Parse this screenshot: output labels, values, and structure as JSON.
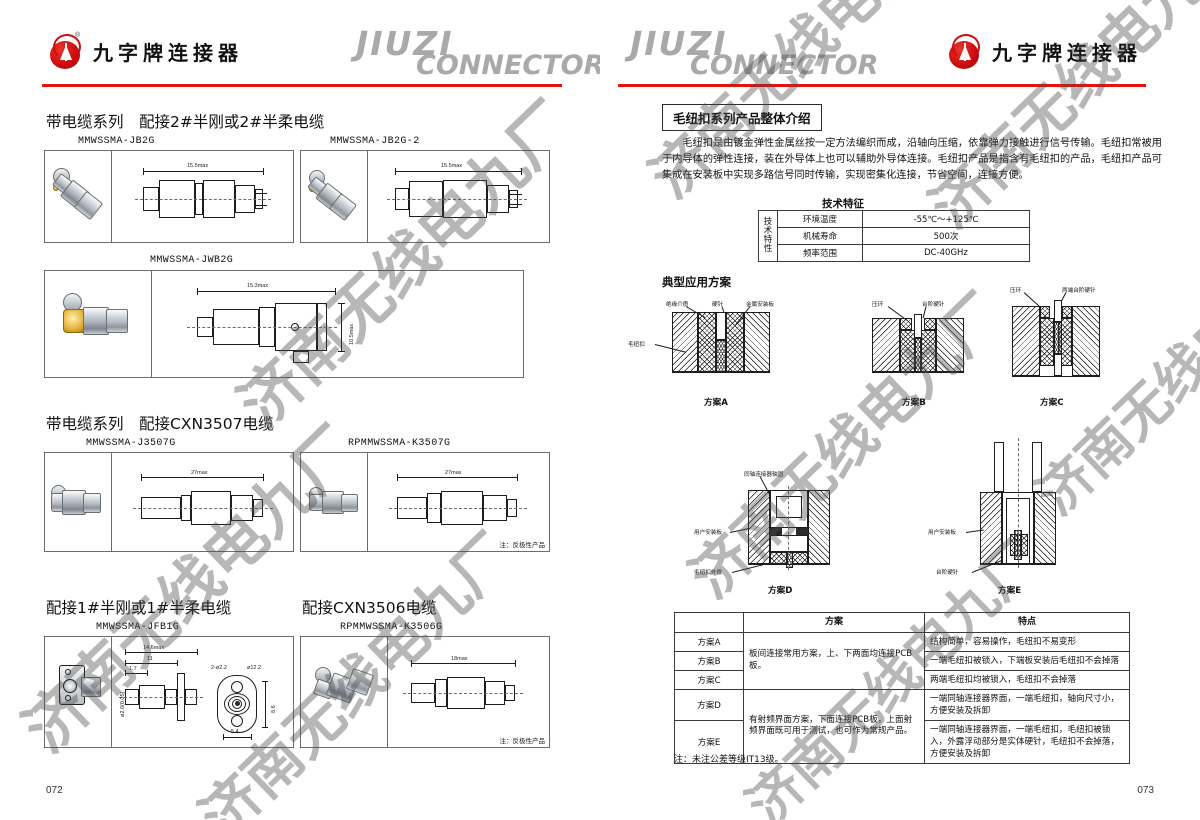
{
  "brand": {
    "name_cn": "九字牌连接器",
    "wordmark_top": "JIUZI",
    "wordmark_bottom": "CONNECTOR",
    "accent_color": "#e8120c",
    "logo_registered": "®"
  },
  "watermark": {
    "text": "济南无线电九厂",
    "color": "rgba(75,75,75,0.40)"
  },
  "left_page": {
    "page_number": "072",
    "sections": [
      {
        "title": "带电缆系列　配接2#半刚或2#半柔电缆",
        "products": [
          {
            "part_no": "MMWSSMA-JB2G",
            "dims": [
              "15.5max"
            ],
            "note": ""
          },
          {
            "part_no": "MMWSSMA-JB2G-2",
            "dims": [
              "15.5max"
            ],
            "note": ""
          },
          {
            "part_no": "MMWSSMA-JWB2G",
            "dims": [
              "15.3max",
              "10.5max"
            ],
            "note": ""
          }
        ]
      },
      {
        "title": "带电缆系列　配接CXN3507电缆",
        "products": [
          {
            "part_no": "MMWSSMA-J3507G",
            "dims": [
              "27max"
            ],
            "note": ""
          },
          {
            "part_no": "RPMMWSSMA-K3507G",
            "dims": [
              "27max"
            ],
            "note": "注：反极性产品"
          }
        ]
      },
      {
        "title_a": "配接1#半刚或1#半柔电缆",
        "title_b": "配接CXN3506电缆",
        "products": [
          {
            "part_no": "MMWSSMA-JFB1G",
            "dims": [
              "14.6max",
              "11",
              "1.7",
              "2-ø2.2",
              "ø12.2",
              "8.6",
              "5.4",
              "ø2.0(0.05)"
            ],
            "note": ""
          },
          {
            "part_no": "RPMMWSSMA-K3506G",
            "dims": [
              "18max"
            ],
            "note": "注：反极性产品"
          }
        ]
      }
    ]
  },
  "right_page": {
    "page_number": "073",
    "section_title": "毛纽扣系列产品整体介绍",
    "intro_paragraph": "毛纽扣是由镀金弹性金属丝按一定方法编织而成，沿轴向压缩，依靠弹力接触进行信号传输。毛纽扣常被用于内导体的弹性连接，装在外导体上也可以辅助外导体连接。毛纽扣产品是指含有毛纽扣的产品，毛纽扣产品可集成在安装板中实现多路信号同时传输，实现密集化连接，节省空间，连接方便。",
    "spec_title": "技术特征",
    "spec_table": {
      "row_label": "技术特性",
      "rows": [
        {
          "name": "环境温度",
          "value": "-55℃～+125℃"
        },
        {
          "name": "机械寿命",
          "value": "500次"
        },
        {
          "name": "频率范围",
          "value": "DC-40GHz"
        }
      ]
    },
    "app_title": "典型应用方案",
    "schemes": [
      {
        "name": "方案A",
        "callouts": [
          "绝缘介质",
          "硬针",
          "金属安装板",
          "毛纽扣"
        ]
      },
      {
        "name": "方案B",
        "callouts": [
          "压环",
          "台阶硬针"
        ]
      },
      {
        "name": "方案C",
        "callouts": [
          "压环",
          "两端台阶硬针"
        ]
      },
      {
        "name": "方案D",
        "callouts": [
          "同轴连接器轴固",
          "用户安装板",
          "毛纽扣外露"
        ]
      },
      {
        "name": "方案E",
        "callouts": [
          "用户安装板",
          "台阶硬针"
        ]
      }
    ],
    "compare_table": {
      "headers": [
        "",
        "方案",
        "特点"
      ],
      "groups": [
        {
          "schemes": [
            "方案A",
            "方案B",
            "方案C"
          ],
          "description": "板间连接常用方案，上、下两面均连接PCB板。",
          "features": [
            "结构简单，容易操作，毛纽扣不易变形",
            "一端毛纽扣被锁入，下端板安装后毛纽扣不会掉落",
            "两端毛纽扣均被锁入，毛纽扣不会掉落"
          ]
        },
        {
          "schemes": [
            "方案D",
            "方案E"
          ],
          "description": "有射频界面方案，下面连接PCB板，上面射频界面既可用于测试，也可作为常规产品。",
          "features": [
            "一端同轴连接器界面，一端毛纽扣，轴向尺寸小，方便安装及拆卸",
            "一端同轴连接器界面，一端毛纽扣，毛纽扣被锁入，外露浮动部分是实体硬针，毛纽扣不会掉落，方便安装及拆卸"
          ]
        }
      ]
    },
    "footnote": "注：未注公差等级IT13级。"
  }
}
